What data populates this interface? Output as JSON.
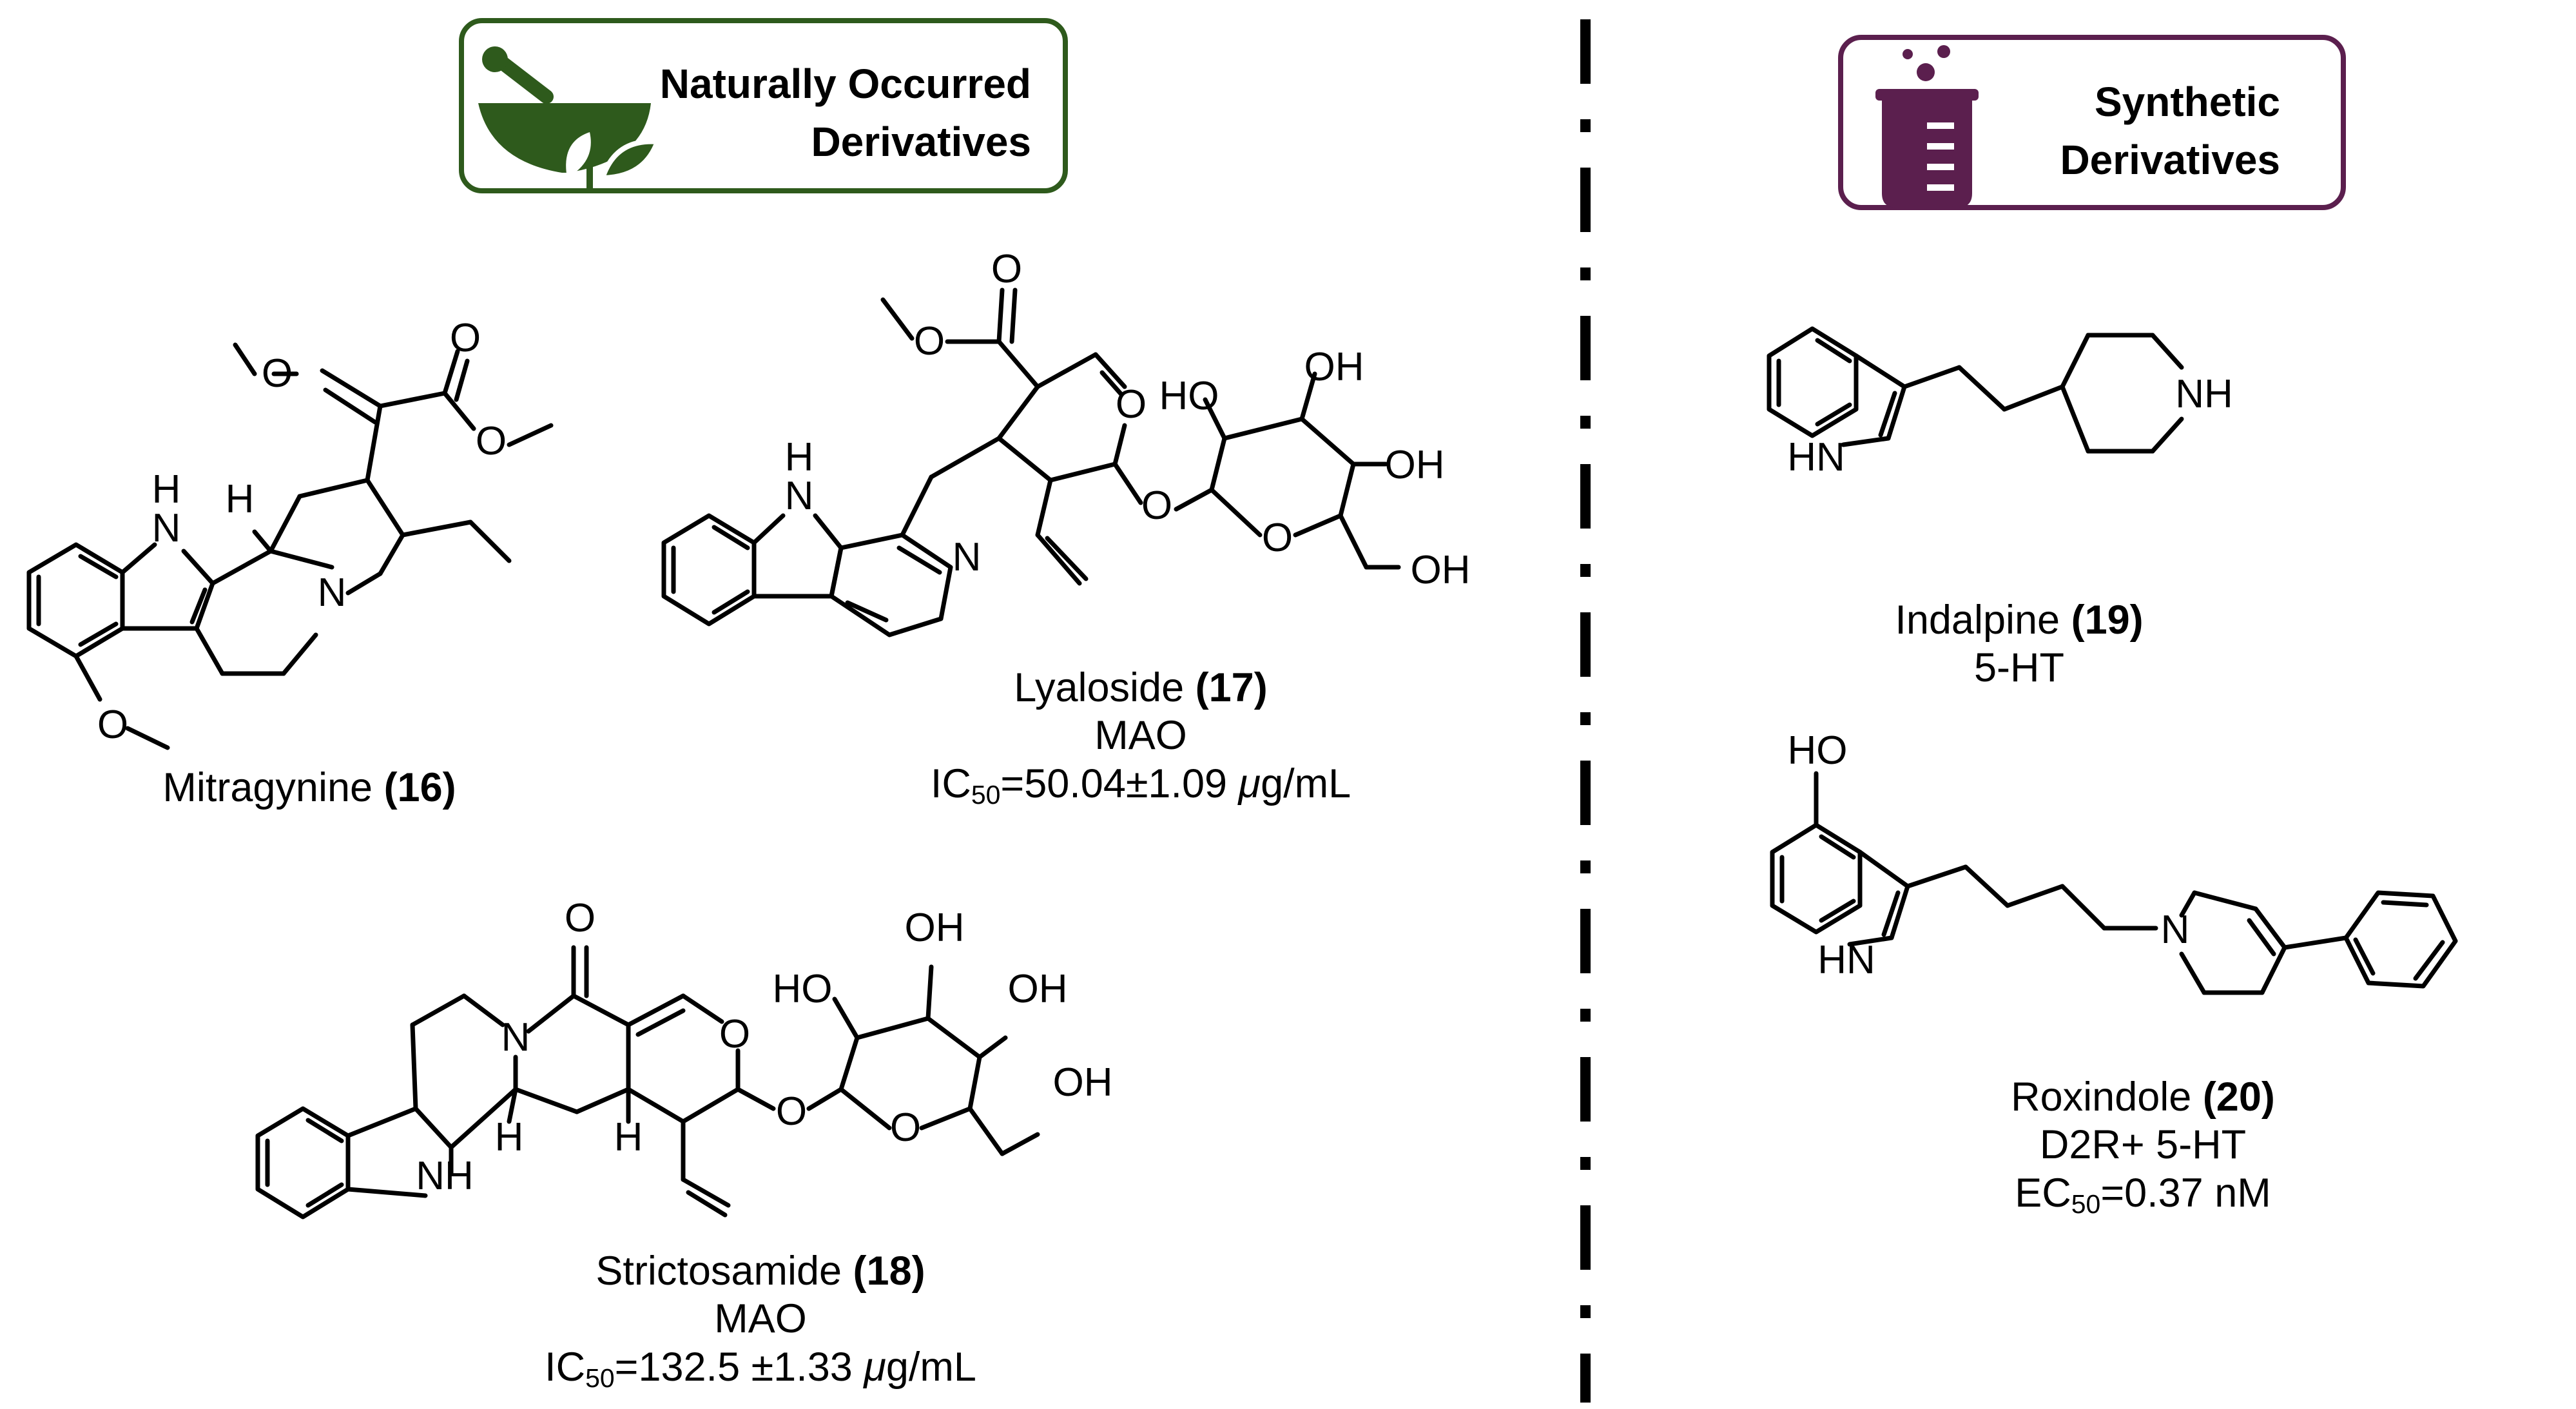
{
  "natural_badge": {
    "line1": "Naturally Occurred",
    "line2": "Derivatives",
    "color": "#2e5a1c",
    "icon": "mortar-pestle-leaf-icon"
  },
  "synthetic_badge": {
    "line1": "Synthetic",
    "line2": "Derivatives",
    "color": "#5b1f4e",
    "icon": "beaker-icon"
  },
  "compounds": {
    "c16": {
      "name": "Mitragynine",
      "number": "(16)"
    },
    "c17": {
      "name": "Lyaloside",
      "number": "(17)",
      "target": "MAO",
      "ic_prefix": "IC",
      "ic_sub": "50",
      "ic_value": "=50.04±1.09 ",
      "ic_unit_mu": "μ",
      "ic_unit_rest": "g/mL"
    },
    "c18": {
      "name": "Strictosamide",
      "number": "(18)",
      "target": "MAO",
      "ic_prefix": "IC",
      "ic_sub": "50",
      "ic_value": "=132.5 ±1.33 ",
      "ic_unit_mu": "μ",
      "ic_unit_rest": "g/mL"
    },
    "c19": {
      "name": "Indalpine",
      "number": "(19)",
      "target": "5-HT"
    },
    "c20": {
      "name": "Roxindole",
      "number": "(20)",
      "target": "D2R+ 5-HT",
      "ec_prefix": "EC",
      "ec_sub": "50",
      "ec_value": "=0.37 nM"
    }
  },
  "atom_labels": {
    "O": "O",
    "OH": "OH",
    "HO": "HO",
    "NH": "NH",
    "HN": "HN",
    "N": "N",
    "H": "H",
    "H_N": "H",
    "N_below": "N"
  }
}
